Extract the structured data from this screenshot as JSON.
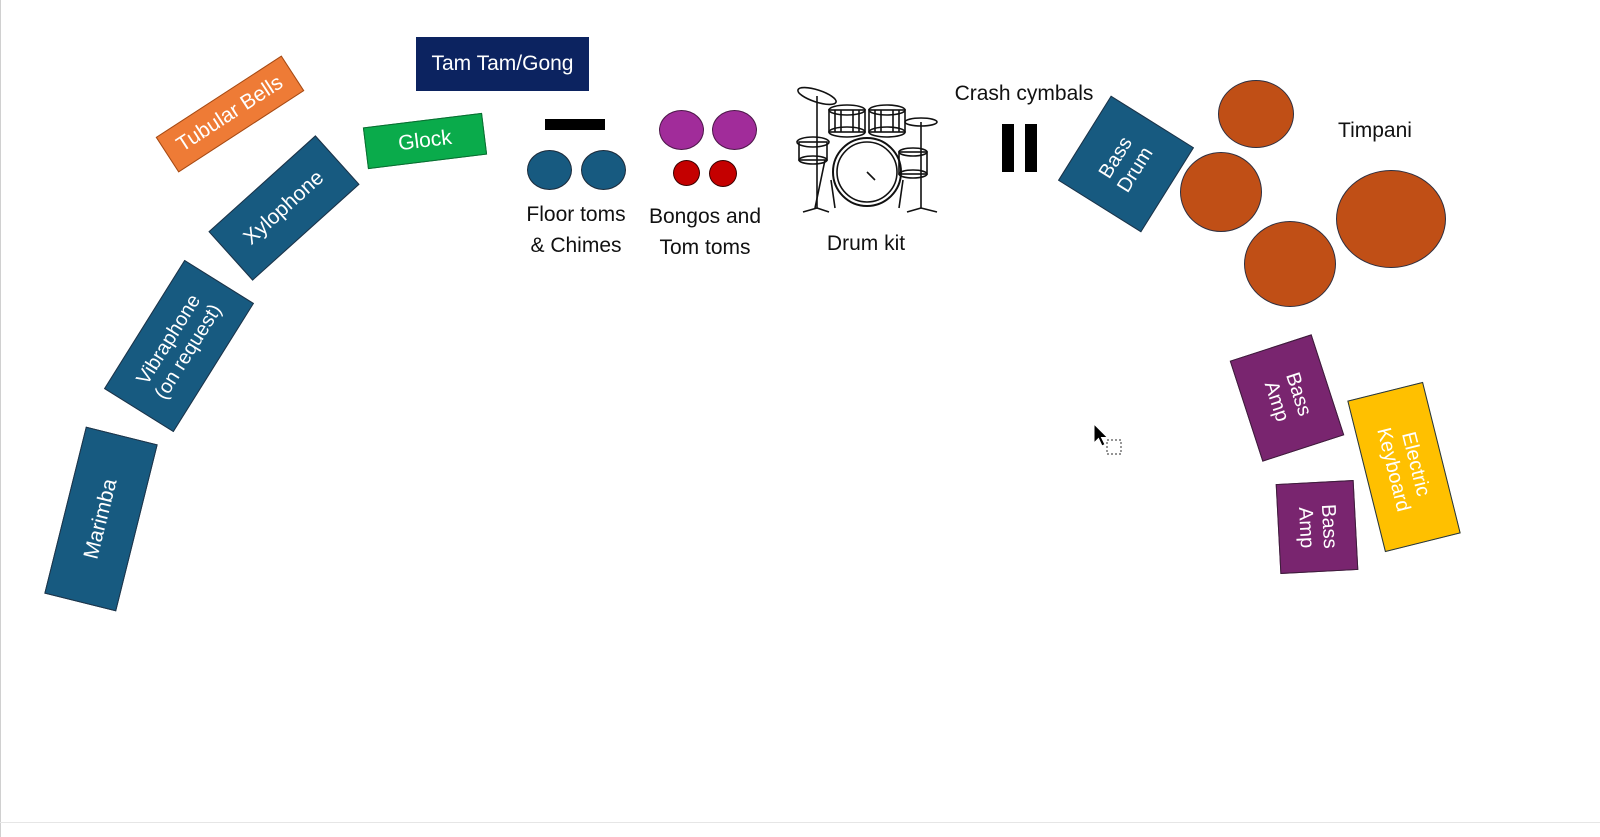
{
  "instruments": {
    "tubular_bells": "Tubular Bells",
    "tam_tam": "Tam Tam/Gong",
    "glock": "Glock",
    "xylophone": "Xylophone",
    "vibraphone_line1": "Vibraphone",
    "vibraphone_line2": "(on request)",
    "marimba": "Marimba",
    "bass_drum_line1": "Bass",
    "bass_drum_line2": "Drum",
    "bass_amp_1_line1": "Bass",
    "bass_amp_1_line2": "Amp",
    "bass_amp_2_line1": "Bass",
    "bass_amp_2_line2": "Amp",
    "electric_keyboard_line1": "Electric",
    "electric_keyboard_line2": "Keyboard"
  },
  "labels": {
    "floor_toms_line1": "Floor toms",
    "floor_toms_line2": "& Chimes",
    "bongos_line1": "Bongos and",
    "bongos_line2": "Tom toms",
    "drum_kit": "Drum kit",
    "crash_cymbals": "Crash cymbals",
    "timpani": "Timpani"
  },
  "colors": {
    "teal": "#175a80",
    "orange": "#ee7b36",
    "green": "#0aab4b",
    "navy": "#0c2360",
    "purple": "#79256f",
    "yellow": "#ffc000",
    "bongo_purple": "#a12c9a",
    "tom_red": "#c40000",
    "timpani_orange": "#c04f16"
  },
  "icons": [
    "drum-kit-icon",
    "mouse-cursor-icon"
  ]
}
